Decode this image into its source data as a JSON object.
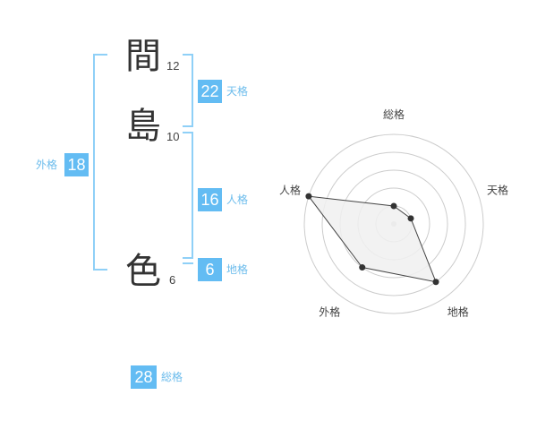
{
  "name": {
    "surname": [
      {
        "char": "間",
        "strokes": "12"
      },
      {
        "char": "島",
        "strokes": "10"
      }
    ],
    "given": [
      {
        "char": "色",
        "strokes": "6"
      }
    ]
  },
  "fortune": {
    "tenkaku": {
      "value": "22",
      "label": "天格"
    },
    "jinkaku": {
      "value": "16",
      "label": "人格"
    },
    "chikaku": {
      "value": "6",
      "label": "地格"
    },
    "gaikaku": {
      "value": "18",
      "label": "外格"
    },
    "soukaku": {
      "value": "28",
      "label": "総格"
    }
  },
  "chart_data": {
    "type": "radar",
    "axes": [
      "総格",
      "天格",
      "地格",
      "外格",
      "人格"
    ],
    "values": [
      1,
      1,
      4,
      3,
      5
    ],
    "rmax": 5,
    "rings": 5,
    "colors": {
      "fill": "#f0f0f0",
      "line": "#444444",
      "point": "#333333",
      "ring": "#cccccc"
    }
  },
  "colors": {
    "accent": "#63bcf3",
    "bracket": "#8fd0f7"
  }
}
